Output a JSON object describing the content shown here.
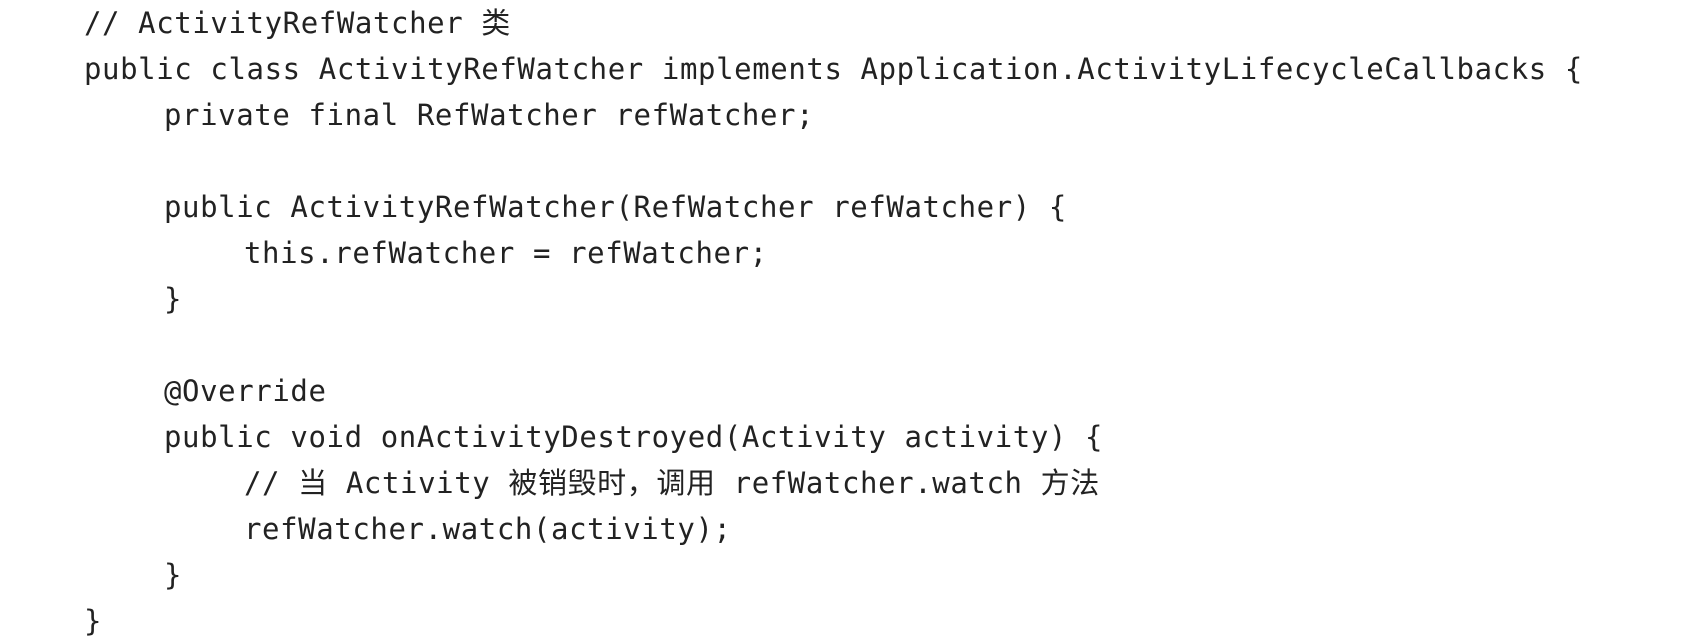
{
  "code": {
    "lines": [
      "// ActivityRefWatcher 类",
      "public class ActivityRefWatcher implements Application.ActivityLifecycleCallbacks {",
      "private final RefWatcher refWatcher;",
      "",
      "public ActivityRefWatcher(RefWatcher refWatcher) {",
      "this.refWatcher = refWatcher;",
      "}",
      "",
      "@Override",
      "public void onActivityDestroyed(Activity activity) {",
      "// 当 Activity 被销毁时，调用 refWatcher.watch 方法",
      "refWatcher.watch(activity);",
      "}",
      "}"
    ]
  }
}
